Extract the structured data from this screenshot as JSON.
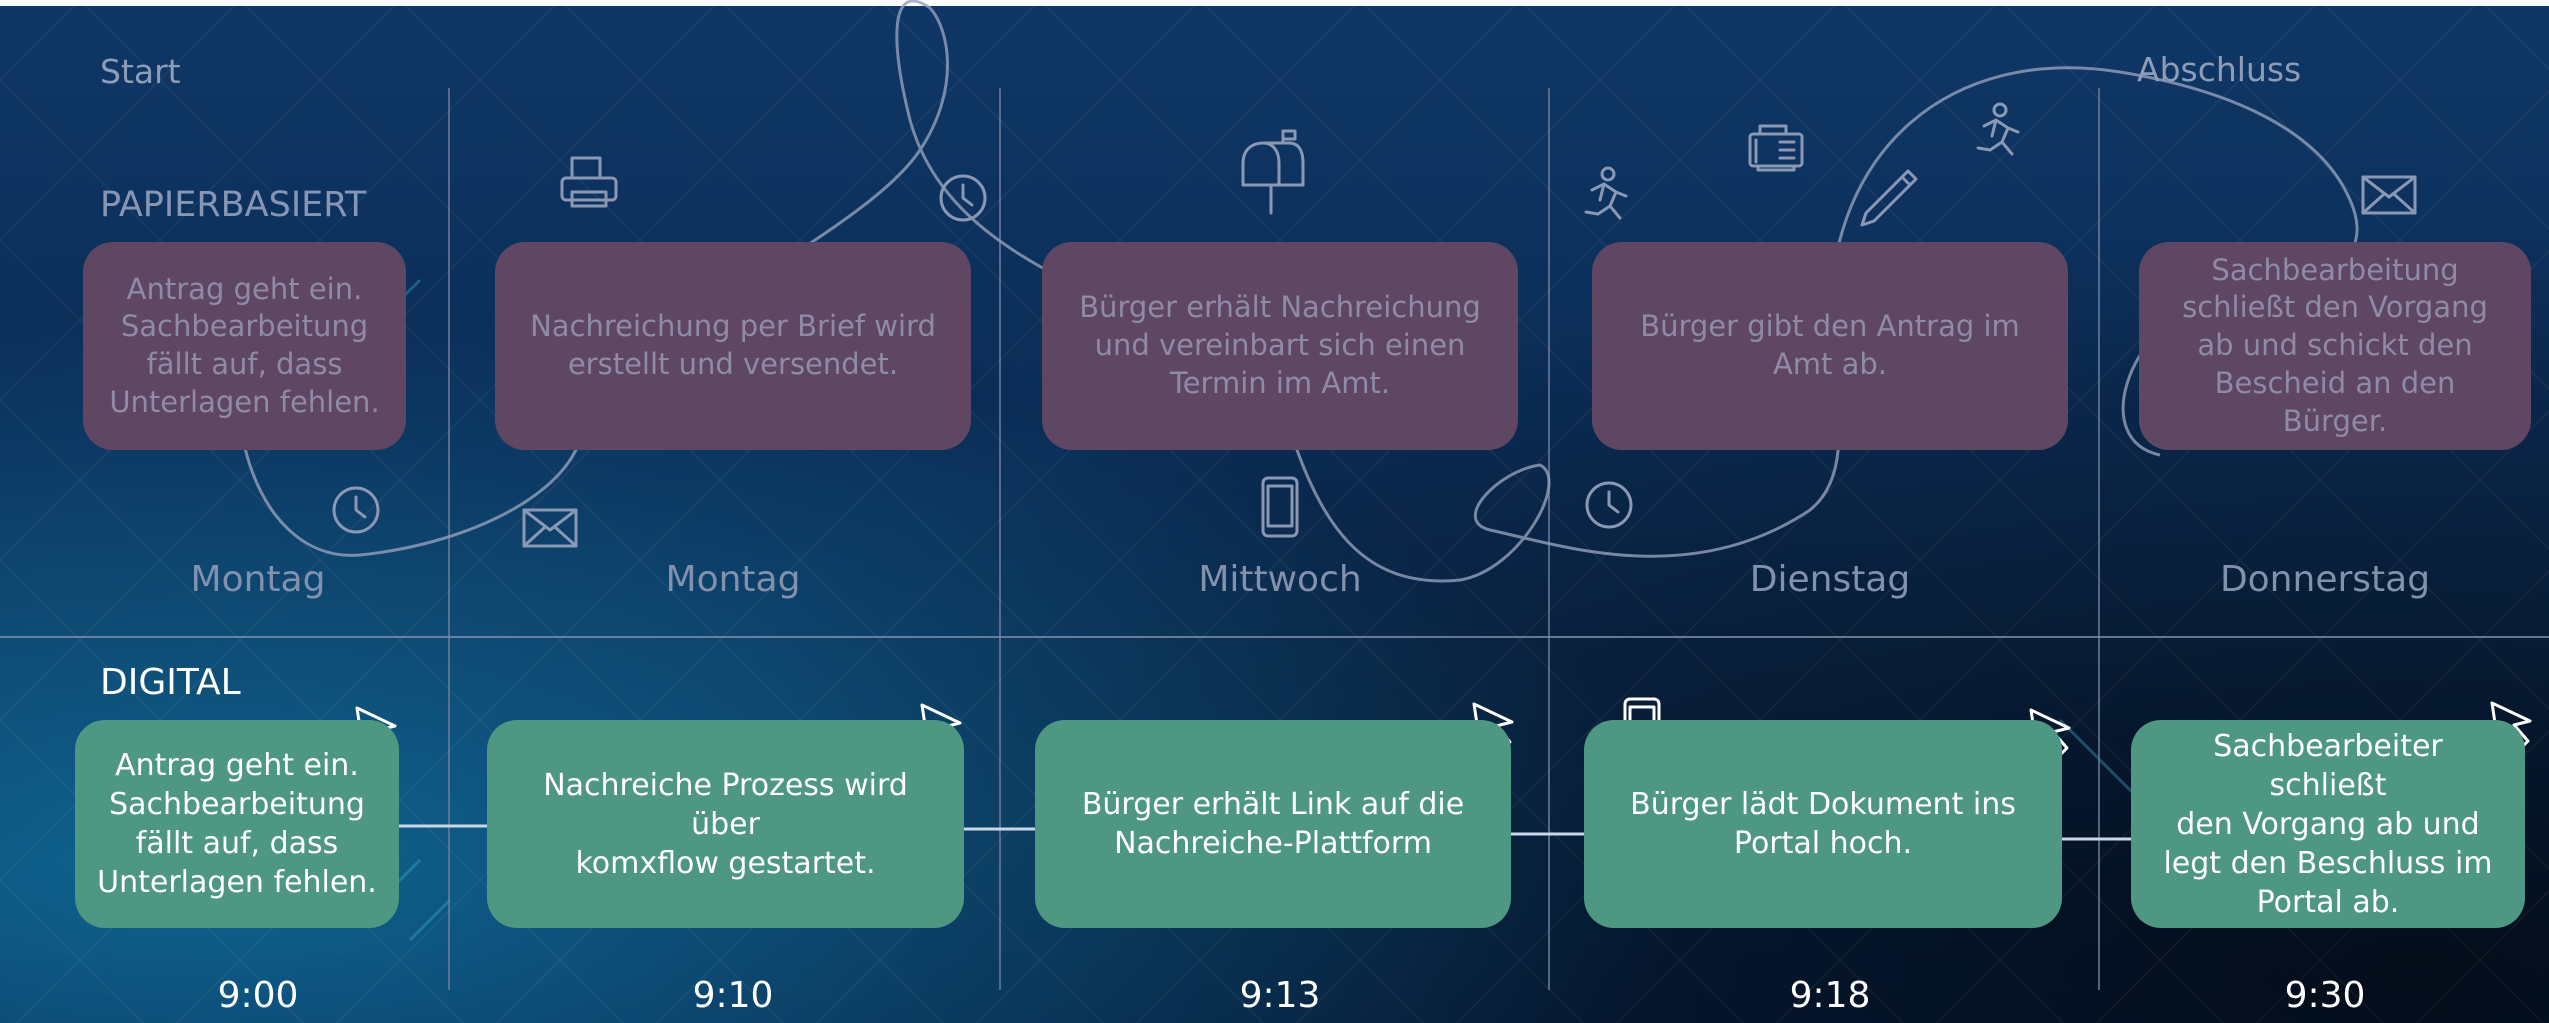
{
  "labels": {
    "start": "Start",
    "end": "Abschluss",
    "paper_section": "PAPIERBASIERT",
    "digital_section": "DIGITAL"
  },
  "paper_steps": [
    {
      "text": "Antrag geht ein.\nSachbearbeitung\nfällt auf, dass\nUnterlagen fehlen.",
      "day": "Montag"
    },
    {
      "text": "Nachreichung per Brief wird\nerstellt und versendet.",
      "day": "Montag"
    },
    {
      "text": "Bürger erhält Nachreichung\nund vereinbart sich einen\nTermin im Amt.",
      "day": "Mittwoch"
    },
    {
      "text": "Bürger gibt den Antrag im\nAmt ab.",
      "day": "Dienstag"
    },
    {
      "text": "Sachbearbeitung\nschließt den Vorgang\nab und schickt den\nBescheid an den\nBürger.",
      "day": "Donnerstag"
    }
  ],
  "digital_steps": [
    {
      "text": "Antrag geht ein.\nSachbearbeitung\nfällt auf, dass\nUnterlagen fehlen.",
      "time": "9:00"
    },
    {
      "text": "Nachreiche Prozess wird über\nkomxflow gestartet.",
      "time": "9:10"
    },
    {
      "text": "Bürger erhält Link auf die\nNachreiche-Plattform",
      "time": "9:13"
    },
    {
      "text": "Bürger lädt Dokument ins\nPortal hoch.",
      "time": "9:18"
    },
    {
      "text": "Sachbearbeiter schließt\nden Vorgang ab und\nlegt den Beschluss im\nPortal ab.",
      "time": "9:30"
    }
  ],
  "colors": {
    "paper_card": "#5f4763",
    "digital_card": "#4e9782",
    "background": "#0b2a4f",
    "icon_line": "#8a98b3"
  },
  "icons": [
    "printer-icon",
    "clock-icon",
    "envelope-icon",
    "mailbox-icon",
    "smartphone-icon",
    "fax-icon",
    "runner-icon",
    "pen-icon",
    "cursor-icon"
  ]
}
